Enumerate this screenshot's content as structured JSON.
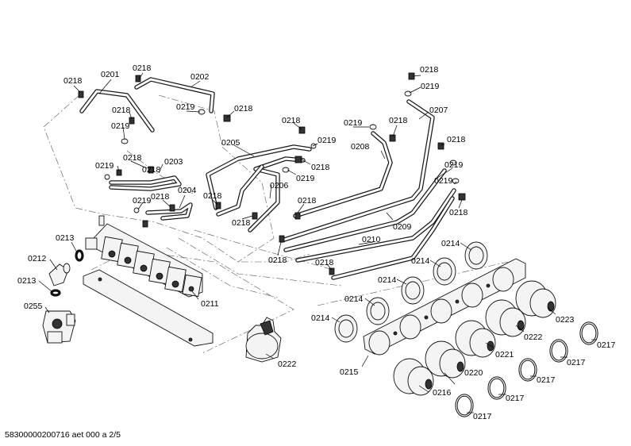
{
  "footer_text": "58300000200716 aet 000 a 2/5",
  "labels": {
    "l0218_a": "0218",
    "l0201": "0201",
    "l0218_b": "0218",
    "l0202": "0202",
    "l0218_c": "0218",
    "l0219_a": "0219",
    "l0218_d": "0218",
    "l0219_b": "0219",
    "l0218_e": "0218",
    "l0219_c": "0219",
    "l0207": "0207",
    "l0218_f": "0218",
    "l0219_d": "0219",
    "l0218_g": "0218",
    "l0205": "0205",
    "l0219_e": "0219",
    "l0218_h": "0218",
    "l0208": "0208",
    "l0218_i": "0218",
    "l0219_f": "0219",
    "l0218_j": "0218",
    "l0203": "0203",
    "l0219_g": "0219",
    "l0219_h": "0219",
    "l0218_k": "0218",
    "l0206": "0206",
    "l0219_i": "0219",
    "l0218_l": "0218",
    "l0204": "0204",
    "l0218_m": "0218",
    "l0218_n": "0218",
    "l0218_o": "0218",
    "l0209": "0209",
    "l0218_p": "0218",
    "l0213_a": "0213",
    "l0210": "0210",
    "l0214_a": "0214",
    "l0212": "0212",
    "l0218_q": "0218",
    "l0214_b": "0214",
    "l0213_b": "0213",
    "l0214_c": "0214",
    "l0211": "0211",
    "l0214_d": "0214",
    "l0255": "0255",
    "l0214_e": "0214",
    "l0223": "0223",
    "l0222_a": "0222",
    "l0217_a": "0217",
    "l0221": "0221",
    "l0217_b": "0217",
    "l0222_b": "0222",
    "l0215": "0215",
    "l0220": "0220",
    "l0217_c": "0217",
    "l0216": "0216",
    "l0217_d": "0217",
    "l0217_e": "0217"
  }
}
